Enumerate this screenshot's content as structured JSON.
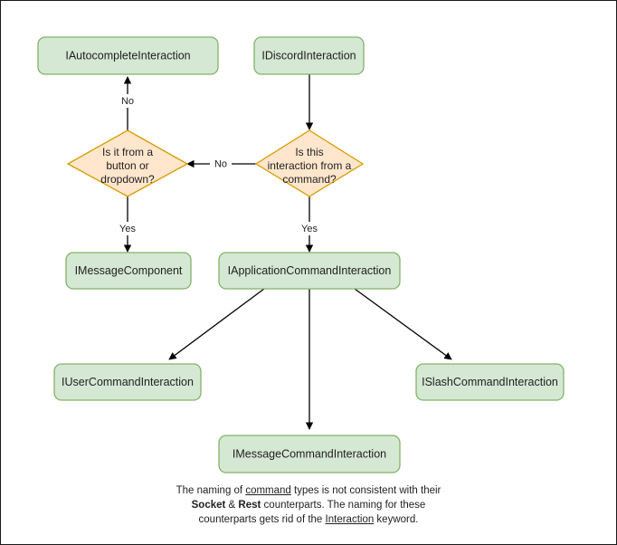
{
  "diagram": {
    "title": "Discord interaction type hierarchy flowchart",
    "colors": {
      "process_fill": "#d5e8d4",
      "process_stroke": "#82b366",
      "decision_fill": "#ffe6cc",
      "decision_stroke": "#d79b00",
      "edge": "#000000",
      "text": "#1f1f1f",
      "background": "#ffffff",
      "frame": "#1a1a1a"
    },
    "nodes": [
      {
        "id": "autocomplete",
        "type": "process",
        "label": "IAutocompleteInteraction"
      },
      {
        "id": "discord",
        "type": "process",
        "label": "IDiscordInteraction"
      },
      {
        "id": "button_or_dropdown",
        "type": "decision",
        "lines": [
          "Is it from a",
          "button or",
          "dropdown?"
        ]
      },
      {
        "id": "from_command",
        "type": "decision",
        "lines": [
          "Is this",
          "interaction from a",
          "command?"
        ]
      },
      {
        "id": "message_component",
        "type": "process",
        "label": "IMessageComponent"
      },
      {
        "id": "app_command",
        "type": "process",
        "label": "IApplicationCommandInteraction"
      },
      {
        "id": "user_command",
        "type": "process",
        "label": "IUserCommandInteraction"
      },
      {
        "id": "slash_command",
        "type": "process",
        "label": "ISlashCommandInteraction"
      },
      {
        "id": "message_command",
        "type": "process",
        "label": "IMessageCommandInteraction"
      }
    ],
    "edges": [
      {
        "from": "discord",
        "to": "from_command",
        "label": ""
      },
      {
        "from": "from_command",
        "to": "button_or_dropdown",
        "label": "No"
      },
      {
        "from": "button_or_dropdown",
        "to": "autocomplete",
        "label": "No"
      },
      {
        "from": "button_or_dropdown",
        "to": "message_component",
        "label": "Yes"
      },
      {
        "from": "from_command",
        "to": "app_command",
        "label": "Yes"
      },
      {
        "from": "app_command",
        "to": "user_command",
        "label": ""
      },
      {
        "from": "app_command",
        "to": "message_command",
        "label": ""
      },
      {
        "from": "app_command",
        "to": "slash_command",
        "label": ""
      }
    ],
    "edge_labels": {
      "no_up": "No",
      "no_left": "No",
      "yes_left": "Yes",
      "yes_right": "Yes"
    },
    "caption": {
      "line1_a": "The naming of ",
      "line1_u": "command",
      "line1_b": " types is not consistent with their",
      "line2_b1": "Socket",
      "line2_amp": " & ",
      "line2_b2": "Rest",
      "line2_t": " counterparts. The naming for these",
      "line3_a": "counterparts gets rid of the ",
      "line3_u": "Interaction",
      "line3_b": " keyword."
    }
  }
}
